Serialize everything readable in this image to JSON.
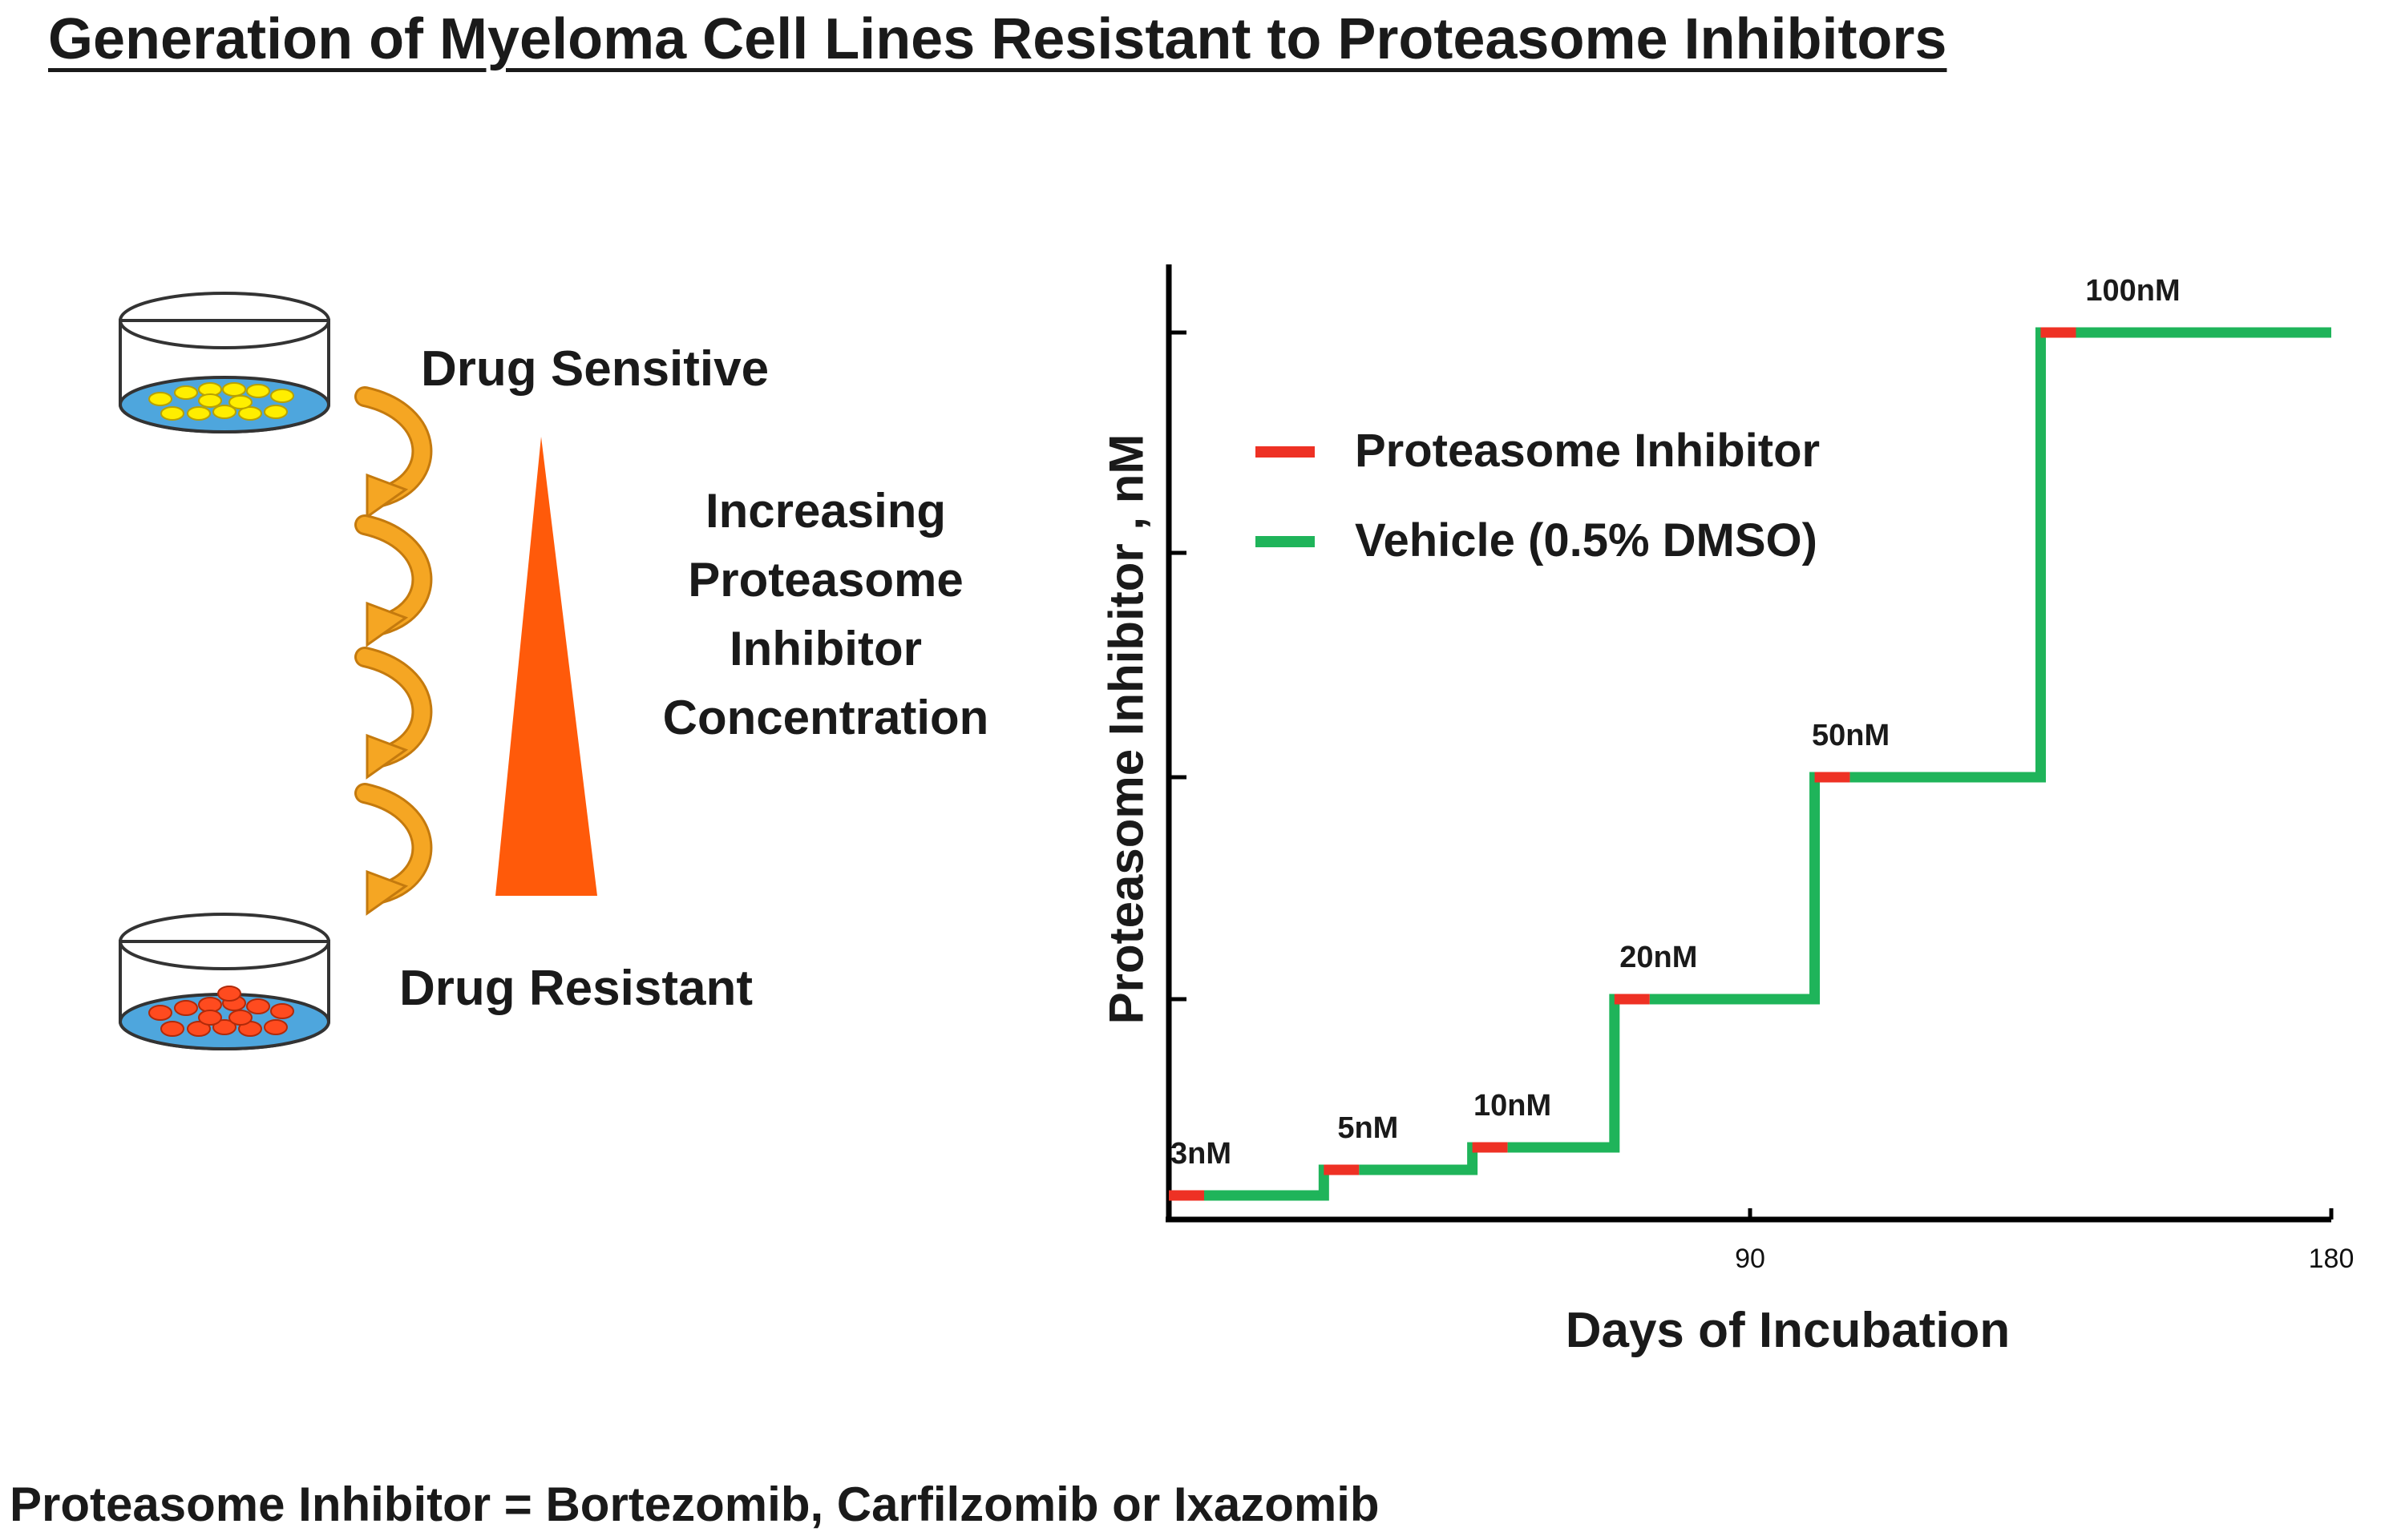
{
  "title": "Generation of Myeloma Cell Lines Resistant to Proteasome Inhibitors",
  "left_panel": {
    "top_label": "Drug Sensitive",
    "bottom_label": "Drug Resistant",
    "center_lines": [
      "Increasing",
      "Proteasome",
      "Inhibitor",
      "Concentration"
    ]
  },
  "footnote": "Proteasome Inhibitor = Bortezomib, Carfilzomib  or Ixazomib",
  "colors": {
    "inhibitor": "#ee3124",
    "vehicle": "#1fb45a",
    "dish_medium": "#4ea6dd",
    "sensitive_cells": "#ffee00",
    "resistant_cells": "#ff4b1f",
    "arrow": "#f5a623",
    "triangle": "#ff5a0a"
  },
  "chart_data": {
    "type": "line",
    "step": true,
    "xlabel": "Days of Incubation",
    "ylabel": "Proteasome Inhibitor  , nM",
    "x_ticks": [
      90,
      180
    ],
    "xlim": [
      0,
      180
    ],
    "legend": [
      {
        "name": "Proteasome Inhibitor",
        "color": "#ee3124"
      },
      {
        "name": "Vehicle (0.5% DMSO)",
        "color": "#1fb45a"
      }
    ],
    "legend_position": "top-left",
    "stages": [
      {
        "label": "3nM",
        "start_day": 0,
        "end_day": 24
      },
      {
        "label": "5nM",
        "start_day": 24,
        "end_day": 47
      },
      {
        "label": "10nM",
        "start_day": 47,
        "end_day": 69
      },
      {
        "label": "20nM",
        "start_day": 69,
        "end_day": 100
      },
      {
        "label": "50nM",
        "start_day": 100,
        "end_day": 135
      },
      {
        "label": "100nM",
        "start_day": 135,
        "end_day": 180
      }
    ],
    "stage_levels": [
      3,
      5,
      10,
      20,
      50,
      100
    ]
  }
}
